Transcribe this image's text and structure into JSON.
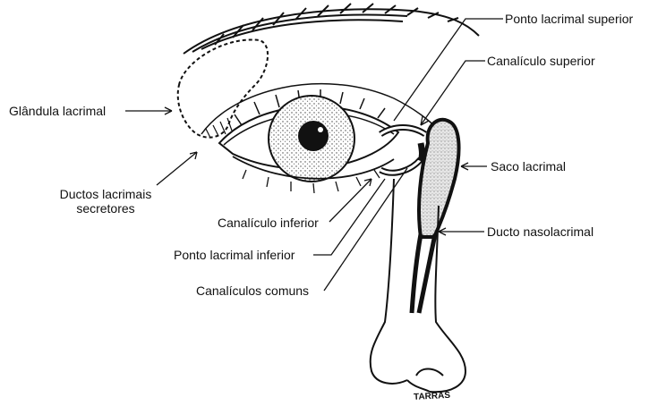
{
  "labels": {
    "ponto_superior": "Ponto lacrimal superior",
    "canaliculo_superior": "Canalículo superior",
    "glandula": "Glândula lacrimal",
    "saco": "Saco lacrimal",
    "ductos_l1": "Ductos lacrimais",
    "ductos_l2": "secretores",
    "canaliculo_inferior": "Canalículo inferior",
    "ducto_nasolacrimal": "Ducto nasolacrimal",
    "ponto_inferior": "Ponto lacrimal inferior",
    "canaliculos_comuns": "Canalículos comuns",
    "signature": "TARRAS"
  },
  "colors": {
    "ink": "#111111",
    "stipple": "#555555",
    "iris": "#d9d9d9",
    "pupil": "#111111"
  }
}
